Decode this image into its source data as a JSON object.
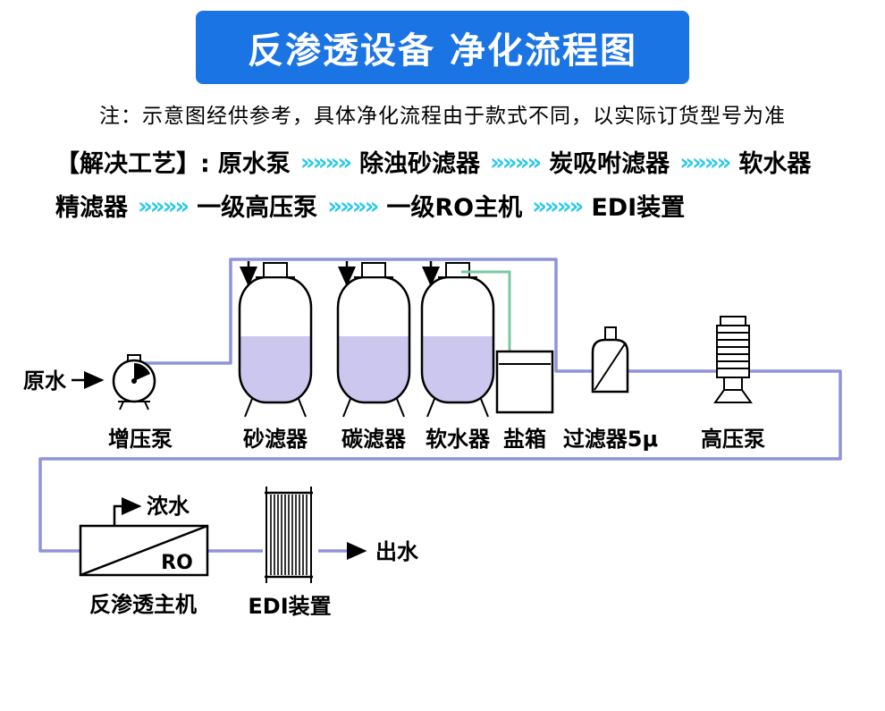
{
  "title": "反渗透设备 净化流程图",
  "note": "注：示意图经供参考，具体净化流程由于款式不同，以实际订货型号为准",
  "process": {
    "prefix": "【解决工艺】:",
    "arrow": "»»»»",
    "line1": [
      "原水泵",
      "除浊砂滤器",
      "炭吸咐滤器",
      "软水器"
    ],
    "line2": [
      "精滤器",
      "一级高压泵",
      "一级RO主机",
      "EDI装置"
    ]
  },
  "diagram": {
    "raw_water": "原水",
    "booster_pump": "增压泵",
    "sand_filter": "砂滤器",
    "carbon_filter": "碳滤器",
    "softener": "软水器",
    "salt_box": "盐箱",
    "filter5u": "过滤器5μ",
    "hp_pump": "高压泵",
    "ro_label": "RO",
    "ro_unit": "反渗透主机",
    "edi": "EDI装置",
    "conc_water": "浓水",
    "out_water": "出水"
  },
  "colors": {
    "banner": "#1b74e4",
    "chevron": "#2ec8e8",
    "pipe": "#8f93d8",
    "liquid": "#cbc7ee",
    "green": "#79c9a2"
  }
}
